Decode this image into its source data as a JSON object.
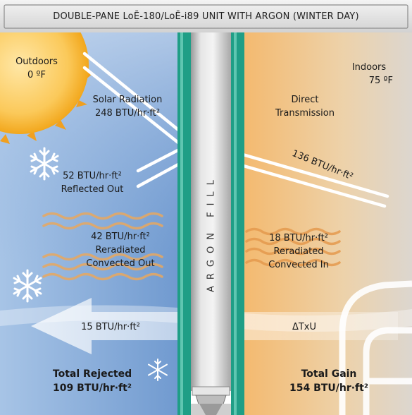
{
  "title": "DOUBLE-PANE LoĒ-180/LoĒ-i89 UNIT WITH ARGON (WINTER DAY)",
  "outdoors": {
    "label": "Outdoors",
    "temp": "0 ºF"
  },
  "indoors": {
    "label": "Indoors",
    "temp": "75 ºF"
  },
  "solar": {
    "label": "Solar Radiation",
    "value": "248 BTU/hr·ft²"
  },
  "direct": {
    "line1": "Direct",
    "line2": "Transmission",
    "value": "136 BTU/hr·ft²"
  },
  "reflected": {
    "value": "52 BTU/hr·ft²",
    "label": "Reflected Out"
  },
  "reradiated_out": {
    "value": "42 BTU/hr·ft²",
    "line1": "Reradiated",
    "line2": "Convected Out"
  },
  "reradiated_in": {
    "value": "18 BTU/hr·ft²",
    "line1": "Reradiated",
    "line2": "Convected In"
  },
  "conduction": {
    "value": "15 BTU/hr·ft²",
    "label": "ΔTxU"
  },
  "argon": "ARGON FILL",
  "rejected": {
    "label": "Total Rejected",
    "value": "109 BTU/hr·ft²"
  },
  "gain": {
    "label": "Total Gain",
    "value": "154 BTU/hr·ft²"
  },
  "colors": {
    "outdoor_blue": "#7ea6d6",
    "indoor_warm": "#f2c48a",
    "glass_teal": "#1f9e86",
    "sun_orange": "#f0a020",
    "wave_orange": "#e8a860"
  },
  "icons": [
    "sun-icon",
    "snowflake-icon",
    "arrow-left-icon",
    "wave-icon",
    "chair-icon"
  ]
}
